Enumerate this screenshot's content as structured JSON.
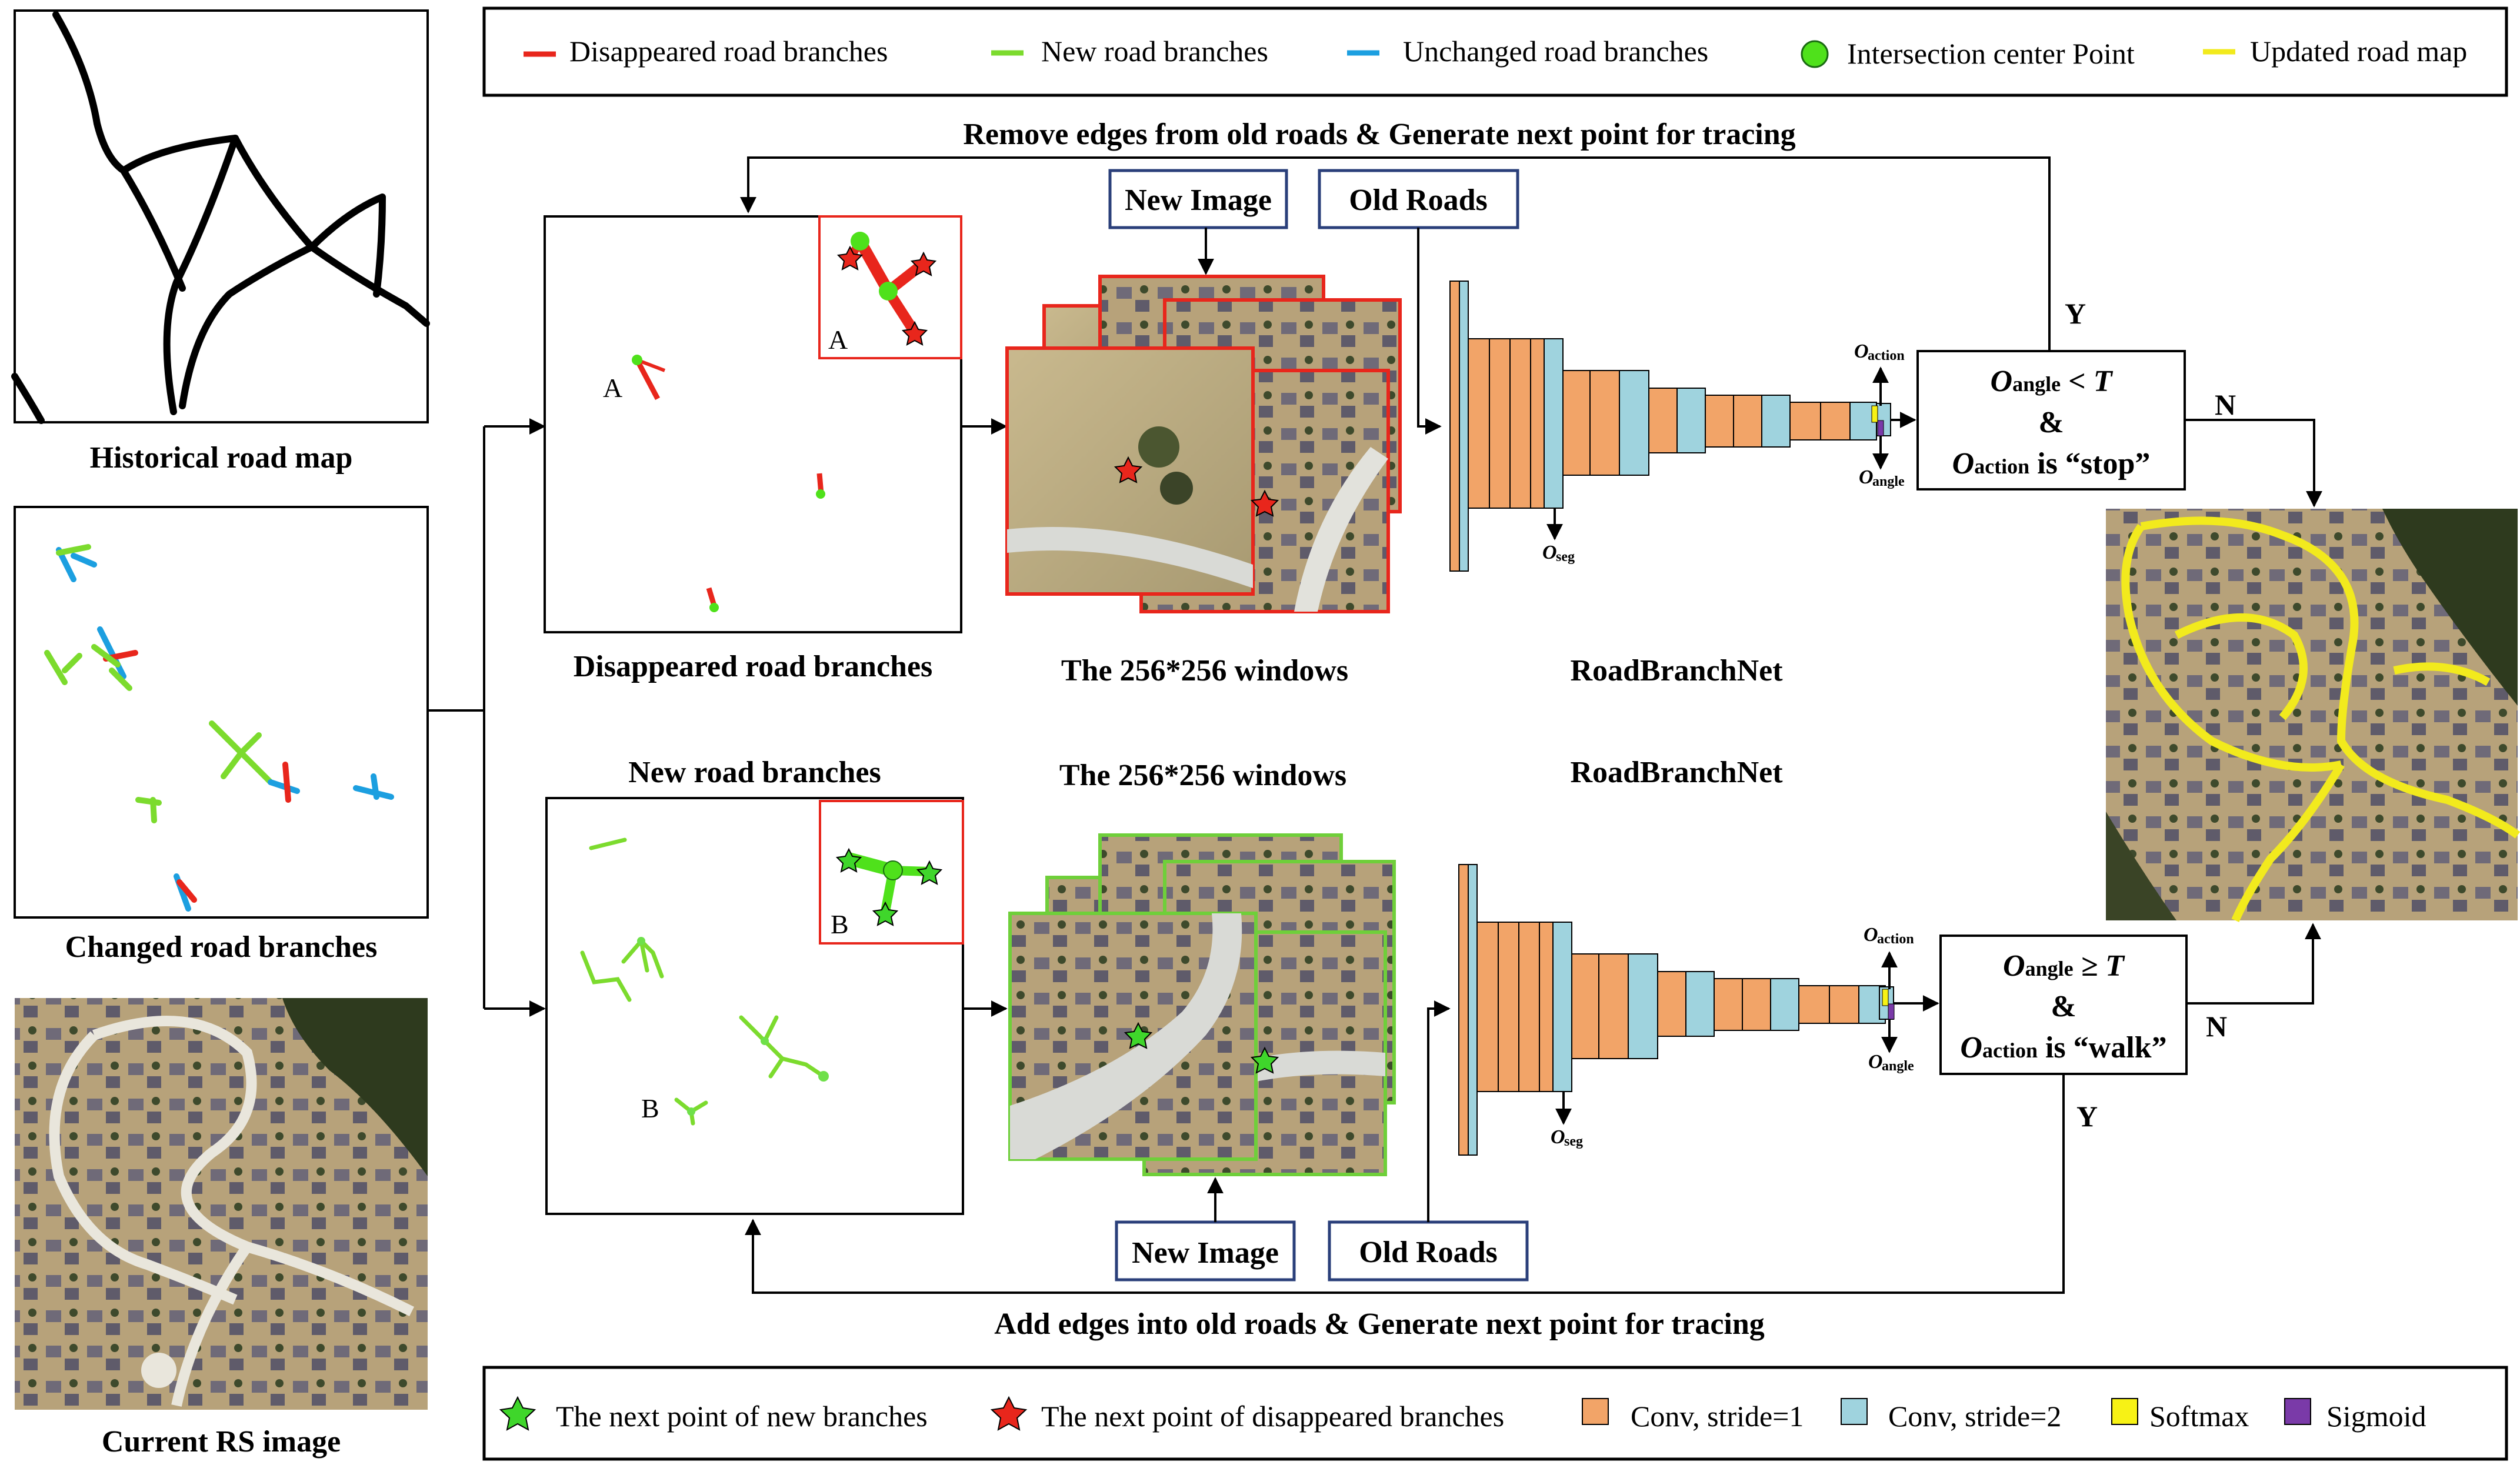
{
  "top_legend": {
    "items": [
      {
        "label": "Disappeared road branches",
        "color": "#e8261c",
        "kind": "line"
      },
      {
        "label": "New road branches",
        "color": "#7cdb2e",
        "kind": "line"
      },
      {
        "label": "Unchanged road branches",
        "color": "#1c9fe0",
        "kind": "line"
      },
      {
        "label": "Intersection center Point",
        "color": "#4fe11b",
        "kind": "dot"
      },
      {
        "label": "Updated road map",
        "color": "#f2ea1d",
        "kind": "line"
      }
    ]
  },
  "left_panels": {
    "historical_caption": "Historical road map",
    "changed_caption": "Changed road branches",
    "current_caption": "Current RS image"
  },
  "top_flow": {
    "loop_label": "Remove edges from old roads & Generate next point for tracing",
    "panel_caption": "Disappeared road branches",
    "inset_label": "A",
    "main_label": "A",
    "new_image": "New Image",
    "old_roads": "Old Roads",
    "windows_caption": "The 256*256 windows",
    "net_caption": "RoadBranchNet",
    "out_action": {
      "base": "O",
      "sub": "action"
    },
    "out_angle": {
      "base": "O",
      "sub": "angle"
    },
    "out_seg": {
      "base": "O",
      "sub": "seg"
    },
    "cond": {
      "line1_base": "O",
      "line1_sub": "angle",
      "line1_rest": " < T",
      "amp": "&",
      "line3_base": "O",
      "line3_sub": "action",
      "line3_rest": " is “stop”"
    },
    "yes": "Y",
    "no": "N"
  },
  "bottom_flow": {
    "loop_label": "Add edges into old roads & Generate next point for tracing",
    "panel_caption": "New road branches",
    "inset_label": "B",
    "main_label": "B",
    "new_image": "New Image",
    "old_roads": "Old Roads",
    "windows_caption": "The 256*256 windows",
    "net_caption": "RoadBranchNet",
    "out_action": {
      "base": "O",
      "sub": "action"
    },
    "out_angle": {
      "base": "O",
      "sub": "angle"
    },
    "out_seg": {
      "base": "O",
      "sub": "seg"
    },
    "cond": {
      "line1_base": "O",
      "line1_sub": "angle",
      "line1_rest": " ≥ T",
      "amp": "&",
      "line3_base": "O",
      "line3_sub": "action",
      "line3_rest": " is “walk”"
    },
    "yes": "Y",
    "no": "N"
  },
  "bottom_legend": {
    "items": [
      {
        "label": "The next point of new branches",
        "color": "#3fd62b",
        "kind": "star"
      },
      {
        "label": "The next point of disappeared branches",
        "color": "#e8261c",
        "kind": "star"
      },
      {
        "label": "Conv, stride=1",
        "color": "#f2a468",
        "kind": "square"
      },
      {
        "label": "Conv, stride=2",
        "color": "#9fd3de",
        "kind": "square"
      },
      {
        "label": "Softmax",
        "color": "#f7f215",
        "kind": "square"
      },
      {
        "label": "Sigmoid",
        "color": "#7a3aa8",
        "kind": "square"
      }
    ]
  }
}
